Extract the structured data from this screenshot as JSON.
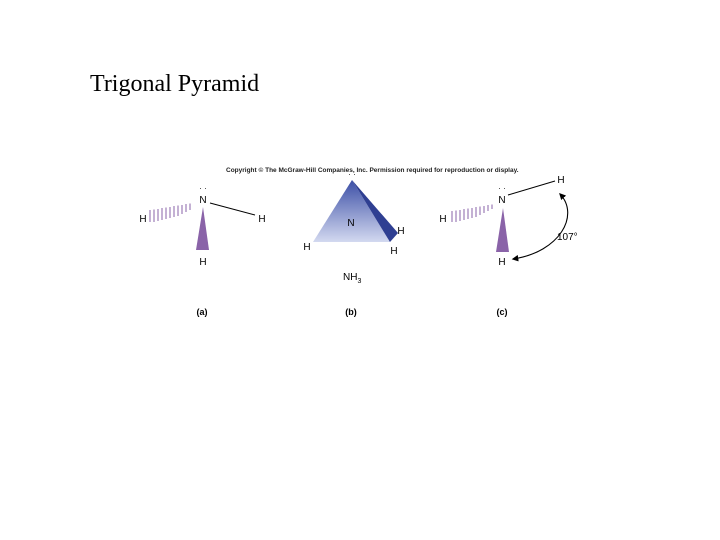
{
  "slide": {
    "title": "Trigonal Pyramid",
    "copyright": "Copyright © The McGraw-Hill Companies, Inc. Permission required for reproduction or display."
  },
  "panel_a": {
    "caption": "(a)",
    "center_atom": "N",
    "lone_pair": "· ·",
    "left_atom": "H",
    "right_atom": "H",
    "bottom_atom": "H"
  },
  "panel_b": {
    "caption": "(b)",
    "center_atom": "N",
    "lone_pair": "· ·",
    "left_atom": "H",
    "right_atom": "H",
    "bottom_atom": "H",
    "formula_main": "NH",
    "formula_sub": "3"
  },
  "panel_c": {
    "caption": "(c)",
    "center_atom": "N",
    "lone_pair": "· ·",
    "left_atom": "H",
    "top_atom": "H",
    "bottom_atom": "H",
    "angle": "107°"
  },
  "colors": {
    "wedge": "#8a63a8",
    "pyramid_dark": "#3c4fa6",
    "pyramid_light": "#c9d2ee",
    "pyramid_side": "#2f3f92"
  }
}
